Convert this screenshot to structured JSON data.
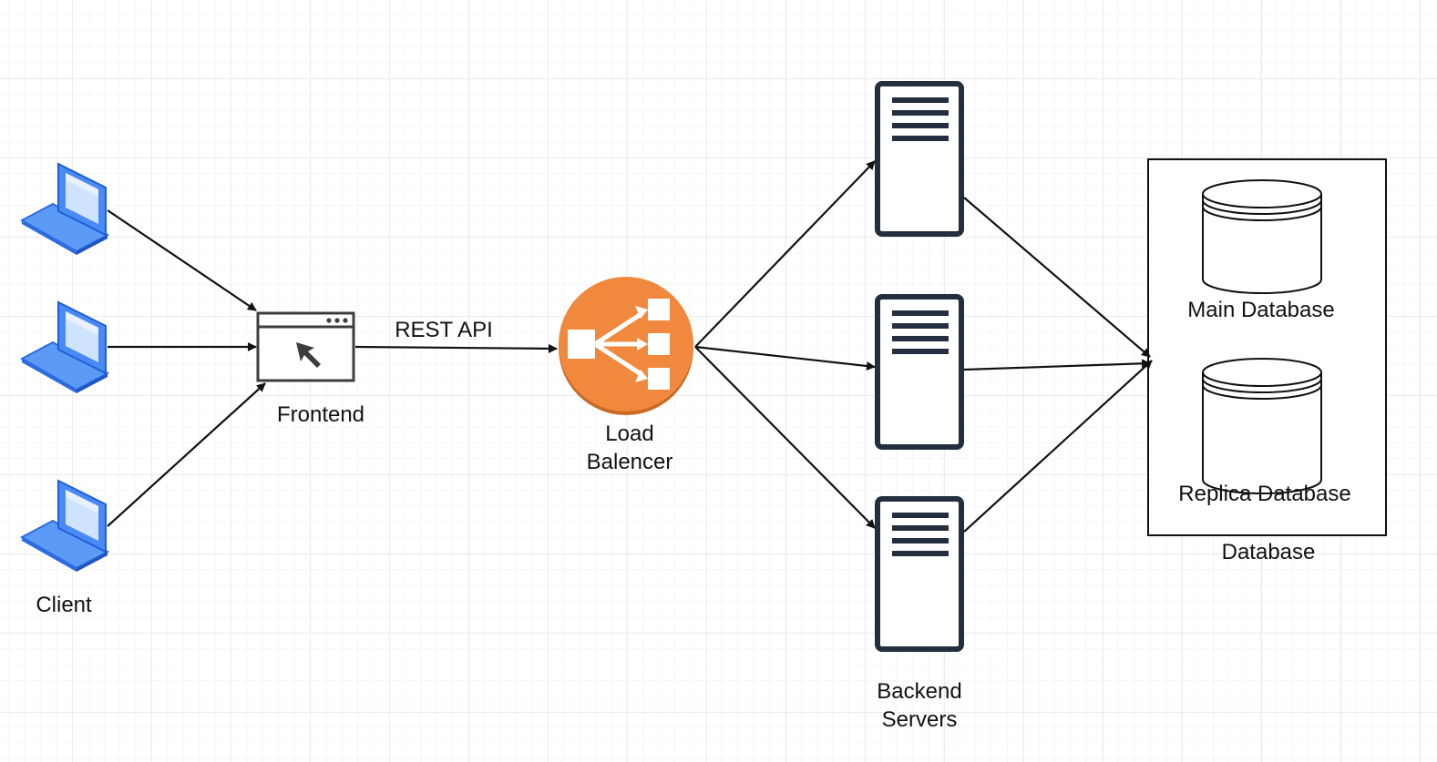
{
  "colors": {
    "edge": "#111111",
    "laptop_fill": "#4a8af4",
    "laptop_dark": "#1f5fd6",
    "laptop_light": "#cfe3ff",
    "balancer_fill": "#f0883e",
    "balancer_dark": "#c96a25",
    "server_stroke": "#232f3e"
  },
  "nodes": {
    "client": {
      "label": "Client",
      "icon": "laptop-icon"
    },
    "frontend": {
      "label": "Frontend",
      "icon": "browser-window-icon"
    },
    "balancer": {
      "label_line1": "Load",
      "label_line2": "Balencer",
      "icon": "load-balancer-icon"
    },
    "backend": {
      "label_line1": "Backend",
      "label_line2": "Servers",
      "icon": "server-icon"
    },
    "database": {
      "label": "Database",
      "main_label": "Main Database",
      "replica_label": "Replica Database",
      "icon": "database-cylinder-icon"
    }
  },
  "edges": {
    "rest_api_label": "REST API"
  }
}
